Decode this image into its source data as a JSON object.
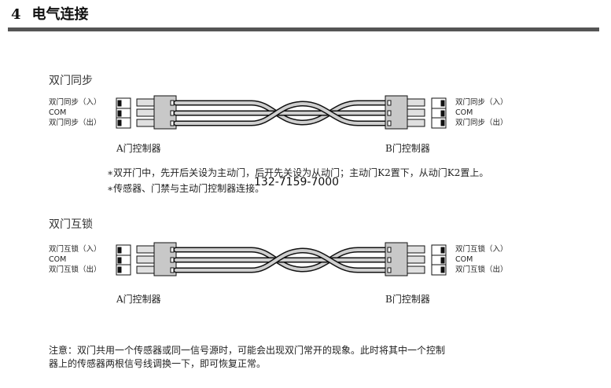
{
  "header": {
    "number": "4",
    "title": "电气连接"
  },
  "section1": {
    "title": "双门同步",
    "left_pins": [
      "双门同步（入）",
      "COM",
      "双门同步（出）"
    ],
    "right_pins": [
      "双门同步（入）",
      "COM",
      "双门同步（出）"
    ],
    "controller_a": "A门控制器",
    "controller_b": "B门控制器"
  },
  "notes": [
    "∗双开门中，先开后关设为主动门，后开先关设为从动门；主动门K2置下，从动门K2置上。",
    "∗传感器、门禁与主动门控制器连接。"
  ],
  "phone": "132-7159-7000",
  "section2": {
    "title": "双门互锁",
    "left_pins": [
      "双门互锁（入）",
      "COM",
      "双门互锁（出）"
    ],
    "right_pins": [
      "双门互锁（入）",
      "COM",
      "双门互锁（出）"
    ],
    "controller_a": "A门控制器",
    "controller_b": "B门控制器"
  },
  "footer": [
    "注意：双门共用一个传感器或同一信号源时，可能会出现双门常开的现象。此时将其中一个控制",
    "器上的传感器两根信号线调换一下，即可恢复正常。"
  ]
}
